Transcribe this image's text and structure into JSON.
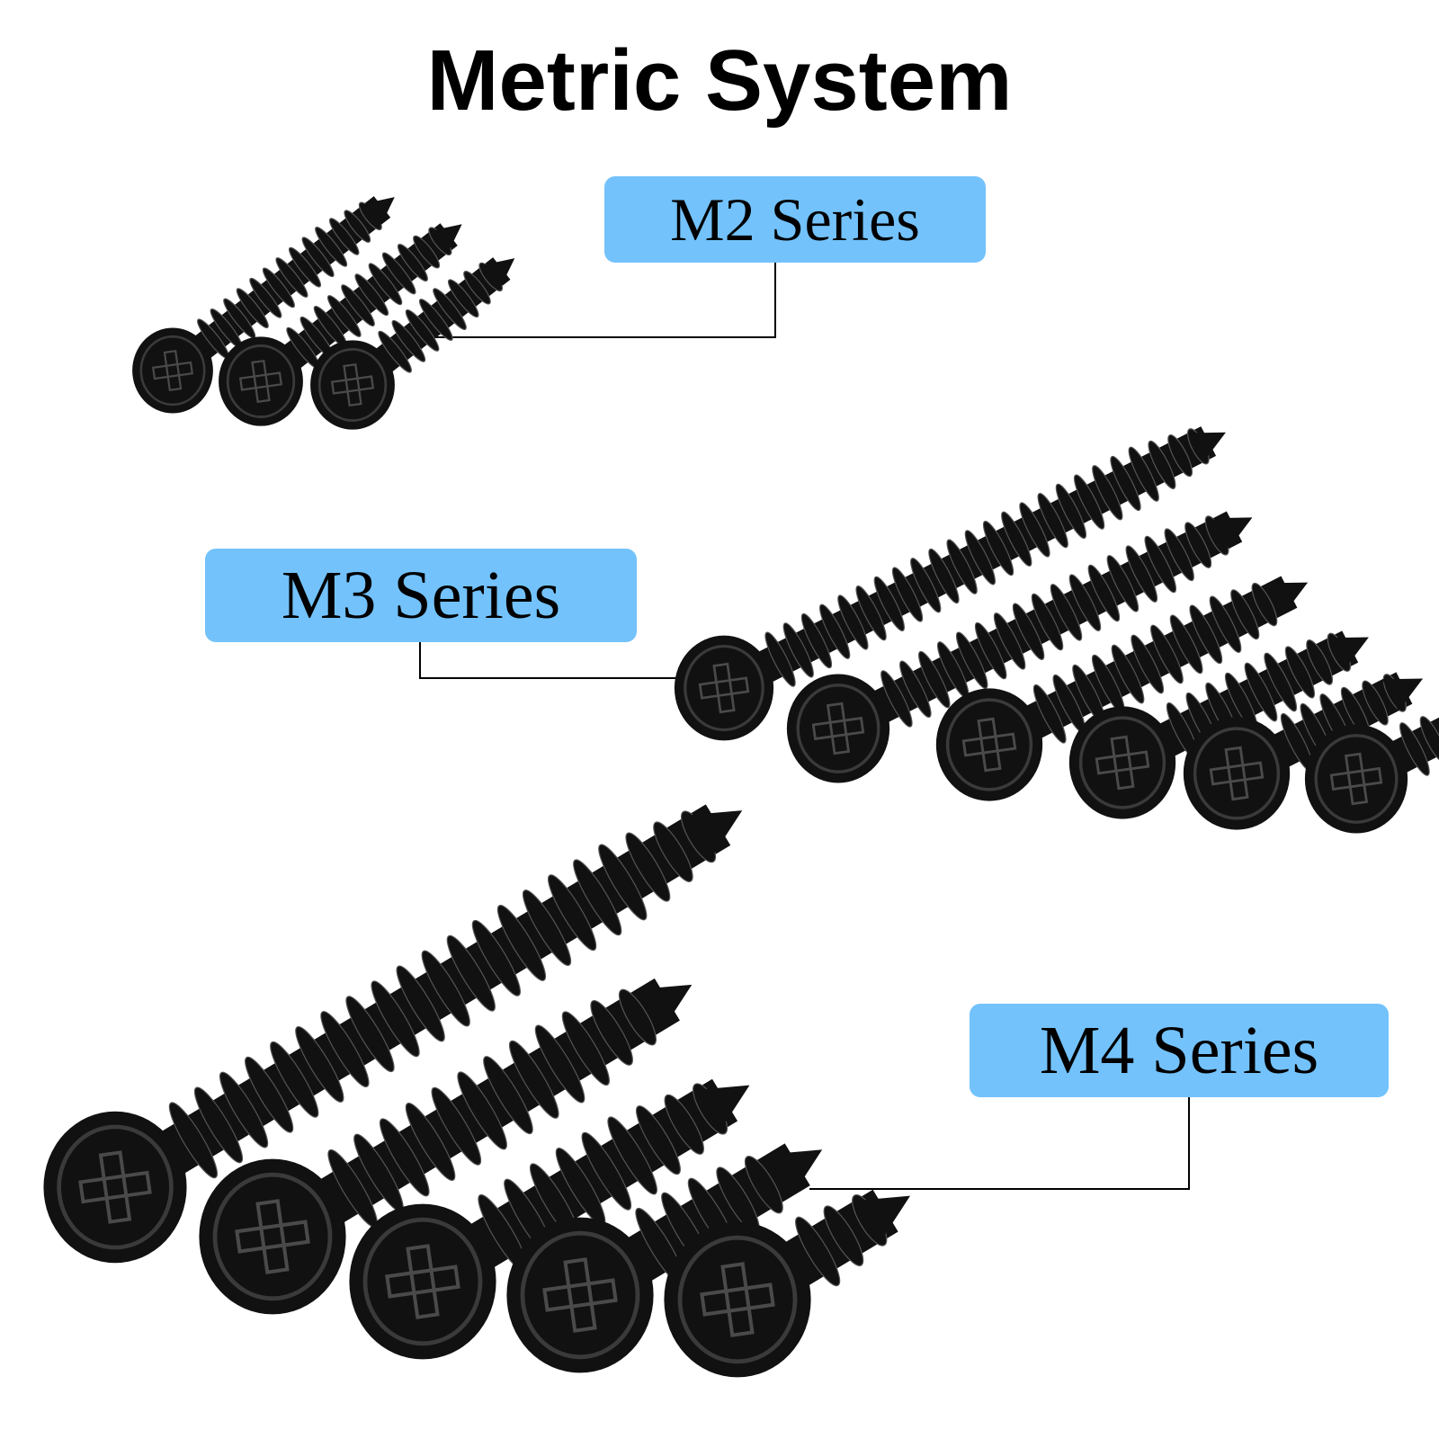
{
  "title": "Metric System",
  "colors": {
    "label_bg": "#73c2fb",
    "screw": "#111111",
    "leader_line": "#000000"
  },
  "labels": [
    {
      "id": "m2",
      "text": "M2 Series"
    },
    {
      "id": "m3",
      "text": "M3 Series"
    },
    {
      "id": "m4",
      "text": "M4 Series"
    }
  ],
  "groups": [
    {
      "label": "M2 Series",
      "screw_count": 3
    },
    {
      "label": "M3 Series",
      "screw_count": 6
    },
    {
      "label": "M4 Series",
      "screw_count": 5
    }
  ]
}
